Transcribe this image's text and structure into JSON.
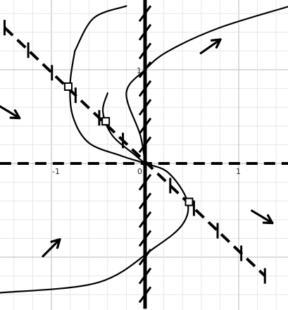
{
  "colors": {
    "ink": "#000000",
    "grid_minor": "#e6e6e6",
    "grid_major": "#b8b8b8",
    "background": "#ffffff"
  },
  "axes": {
    "x_tick_labels": [
      "-1",
      "0",
      "1"
    ],
    "y_tick_labels": [
      "1"
    ]
  },
  "chart_data": {
    "type": "diagram",
    "title": "",
    "xlabel": "",
    "ylabel": "",
    "xlim": [
      -1.55,
      1.55
    ],
    "ylim": [
      -1.55,
      1.75
    ],
    "grid": true,
    "nullclines": [
      {
        "style": "dashed",
        "slope_marks": "vertical",
        "points": [
          [
            -1.55,
            0
          ],
          [
            1.55,
            0
          ]
        ]
      },
      {
        "style": "solid",
        "slope_marks": "diagonal",
        "points": [
          [
            0,
            -1.55
          ],
          [
            0,
            1.75
          ]
        ]
      },
      {
        "style": "dashed",
        "slope_marks": "vertical",
        "points": [
          [
            -1.5,
            1.45
          ],
          [
            1.28,
            -1.2
          ]
        ]
      }
    ],
    "trajectories": [
      {
        "points": [
          [
            -0.75,
            1.2
          ],
          [
            -0.8,
            0.85
          ],
          [
            -0.77,
            0.5
          ],
          [
            -0.6,
            0.22
          ],
          [
            -0.25,
            0.08
          ],
          [
            0.0,
            0.0
          ],
          [
            0.25,
            -0.1
          ],
          [
            0.45,
            -0.4
          ],
          [
            0.4,
            -0.65
          ],
          [
            0.1,
            -0.9
          ],
          [
            -0.5,
            -1.27
          ],
          [
            -1.55,
            -1.38
          ]
        ]
      },
      {
        "points": [
          [
            -0.4,
            0.75
          ],
          [
            -0.45,
            0.55
          ],
          [
            -0.35,
            0.3
          ],
          [
            -0.12,
            0.1
          ],
          [
            0.0,
            0.0
          ]
        ]
      },
      {
        "points": [
          [
            -0.75,
            1.2
          ],
          [
            -0.55,
            1.55
          ],
          [
            -0.2,
            1.68
          ]
        ]
      },
      {
        "points": [
          [
            0.0,
            0.0
          ],
          [
            -0.05,
            0.3
          ],
          [
            -0.2,
            0.75
          ],
          [
            0.0,
            1.0
          ],
          [
            0.25,
            1.2
          ],
          [
            0.8,
            1.45
          ],
          [
            1.55,
            1.68
          ]
        ]
      }
    ],
    "equilibria": [
      [
        -0.82,
        0.82
      ],
      [
        -0.42,
        0.45
      ],
      [
        0.47,
        -0.41
      ]
    ],
    "field_arrows": [
      {
        "at": [
          -1.45,
          0.55
        ],
        "direction": [
          1,
          -0.6
        ]
      },
      {
        "at": [
          0.7,
          1.25
        ],
        "direction": [
          1,
          0.7
        ]
      },
      {
        "at": [
          -1.0,
          -0.9
        ],
        "direction": [
          1,
          1
        ]
      },
      {
        "at": [
          1.25,
          -0.57
        ],
        "direction": [
          1,
          -0.6
        ]
      }
    ]
  }
}
